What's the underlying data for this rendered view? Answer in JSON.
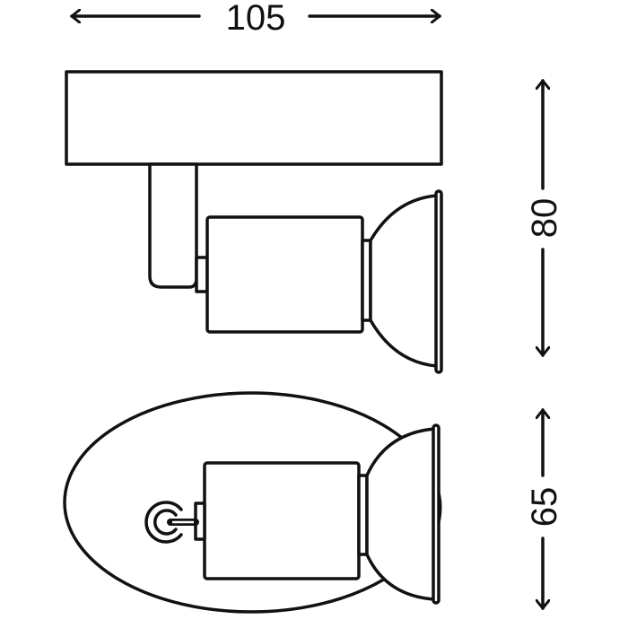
{
  "dimensions": {
    "width": "105",
    "height": "80",
    "depth": "65"
  },
  "colors": {
    "line": "#111111",
    "background": "#ffffff"
  }
}
